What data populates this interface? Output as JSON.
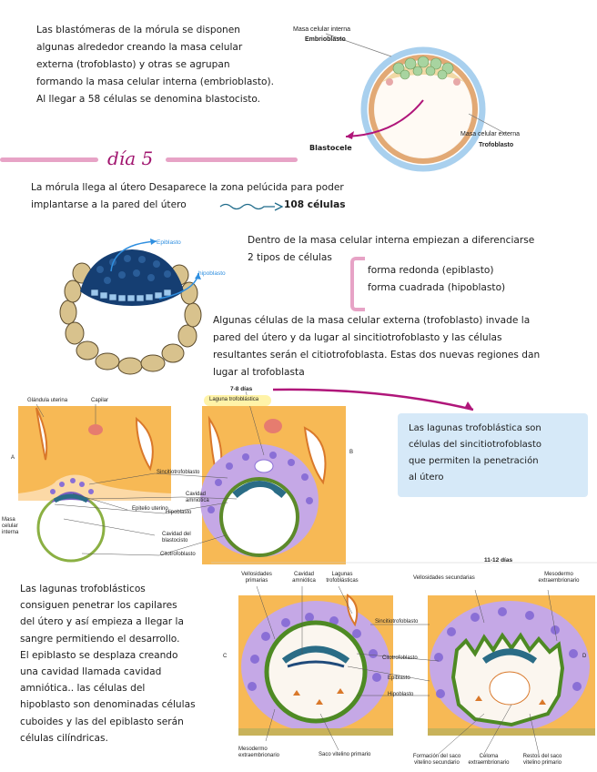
{
  "intro_paragraph": {
    "lines": [
      "Las blastómeras de la mórula se disponen",
      "algunas alrededor creando la masa celular",
      "externa (trofoblasto) y otras se agrupan",
      "formando la masa celular interna (embrioblasto).",
      "Al llegar a 58 células se denomina blastocisto."
    ]
  },
  "blastocyst_figure": {
    "inner_mass_label": "Masa celular interna",
    "inner_mass_name": "Embrioblasto",
    "cavity_label": "Blastocele",
    "outer_mass_label": "Masa celular externa",
    "outer_mass_name": "Trofoblasto"
  },
  "day_heading": "día 5",
  "morula_paragraph": {
    "line1": "La mórula llega al útero Desaparece la zona pelúcida para poder",
    "line2": "implantarse a la pared del útero",
    "cells": "108 células"
  },
  "diff_figure": {
    "epiblast_label": "Epiblasto",
    "hypoblast_label": "hipoblasto"
  },
  "diff_paragraph": {
    "line1": "Dentro de la masa celular interna empiezan a diferenciarse",
    "line2": "2 tipos de células",
    "type1": "forma redonda (epiblasto)",
    "type2": "forma cuadrada (hipoblasto)"
  },
  "troph_paragraph": {
    "lines": [
      "Algunas células de la masa celular externa (trofoblasto) invade la",
      "pared del útero y da lugar al sincitiotrofoblasto y las células",
      "resultantes serán el citiotrofoblasta. Estas dos nuevas regiones dan",
      "lugar al trofoblasta"
    ]
  },
  "figure_ab": {
    "days": "7-8 días",
    "lacuna_tag": "Laguna trofoblástica",
    "gland": "Glándula uterina",
    "capillary": "Capilar",
    "letter_a": "A",
    "letter_b": "B",
    "syncytio": "Sincitiotrofoblasto",
    "epithelium": "Epitelio uterino",
    "amniotic": "Cavidad amniótica",
    "hypoblast": "Hipoblasto",
    "inner_mass": "Masa celular interna",
    "blasto_cavity": "Cavidad del blastocisto",
    "cytotroph": "Citotrofoblasto"
  },
  "lacunae_note": {
    "lines": [
      "Las lagunas trofoblástica son",
      "células del sincitiotrofoblasto",
      "que permiten la penetración",
      "al útero"
    ],
    "bg": "#d6e9f8"
  },
  "bottom_paragraph": {
    "lines": [
      "Las lagunas trofoblásticos",
      "consiguen penetrar los capilares",
      "del útero y así empieza a llegar la",
      "sangre permitiendo el desarrollo.",
      "El epiblasto se desplaza creando",
      "una cavidad llamada cavidad",
      "amniótica.. las células del",
      "hipoblasto son denominadas células",
      "cuboides y las del epiblasto serán",
      "células cilíndricas."
    ]
  },
  "figure_cd": {
    "days_d": "11-12 días",
    "letter_c": "C",
    "letter_d": "D",
    "villi_primary": "Vellosidades primarias",
    "amniotic": "Cavidad amniótica",
    "lacunae": "Lagunas trofoblásticas",
    "villi_secondary": "Vellosidades secundarias",
    "mesoderm_extra": "Mesodermo extraembrionario",
    "syncytio": "Sincitiotrofoblasto",
    "cytotroph": "Citotrofoblasto",
    "epiblast": "Epiblasto",
    "hypoblast": "Hipoblasto",
    "mesoderm_extra_c": "Mesodermo extraembrionario",
    "yolk_primary": "Saco vitelino primario",
    "yolk_secondary": "Formación del saco vitelino secundario",
    "coelom": "Celoma extraembrionario",
    "yolk_remnants": "Restos del saco vitelino primario"
  },
  "colors": {
    "pink_accent": "#e7a3c6",
    "magenta": "#b0167a",
    "blue_arrow": "#2f8fe0",
    "dark_blue": "#183d6e",
    "uterus": "#f7b955",
    "tan": "#d9c290"
  }
}
